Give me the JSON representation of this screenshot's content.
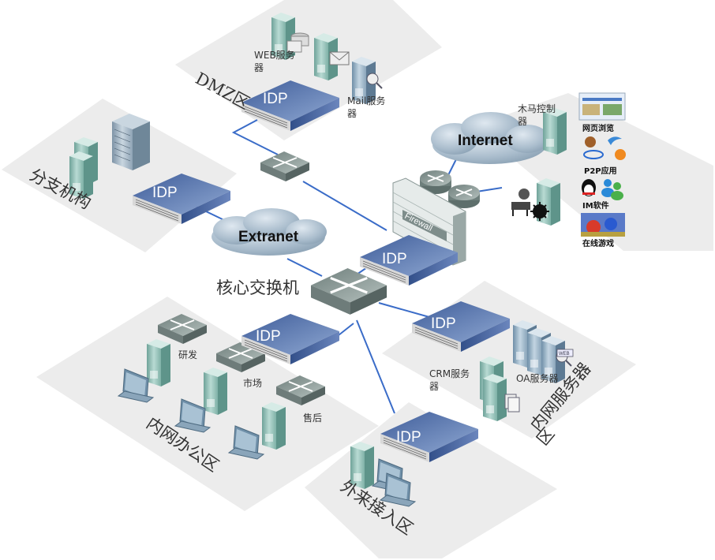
{
  "zones": {
    "dmz": "DMZ区",
    "branch": "分支机构",
    "office": "内网办公区",
    "server": "内网服务器区",
    "server_line1": "内网服务器",
    "server_line2": "区",
    "guest": "外来接入区"
  },
  "clouds": {
    "internet": "Internet",
    "extranet": "Extranet"
  },
  "devices": {
    "idp_label": "IDP",
    "firewall_label": "Firewall",
    "core_switch": "核心交换机"
  },
  "servers": {
    "web_line1": "WEB服务",
    "web_line2": "器",
    "mail_line1": "Mail服务",
    "mail_line2": "器",
    "trojan_line1": "木马控制",
    "trojan_line2": "器",
    "crm_line1": "CRM服务",
    "crm_line2": "器",
    "oa": "OA服务器",
    "web_badge": "WEB"
  },
  "departments": {
    "rd": "研发",
    "market": "市场",
    "aftersales": "售后"
  },
  "apps": [
    {
      "label": "网页浏览"
    },
    {
      "label": "P2P应用"
    },
    {
      "label": "IM软件"
    },
    {
      "label": "在线游戏"
    }
  ],
  "colors": {
    "zone_fill": "#ececec",
    "link": "#3a6cc8",
    "idp_top": "#5a78b0",
    "idp_side": "#3e5a94",
    "switch": "#7f8f8c",
    "server": "#9cc5bd",
    "cloud": "#9fb3c6"
  }
}
